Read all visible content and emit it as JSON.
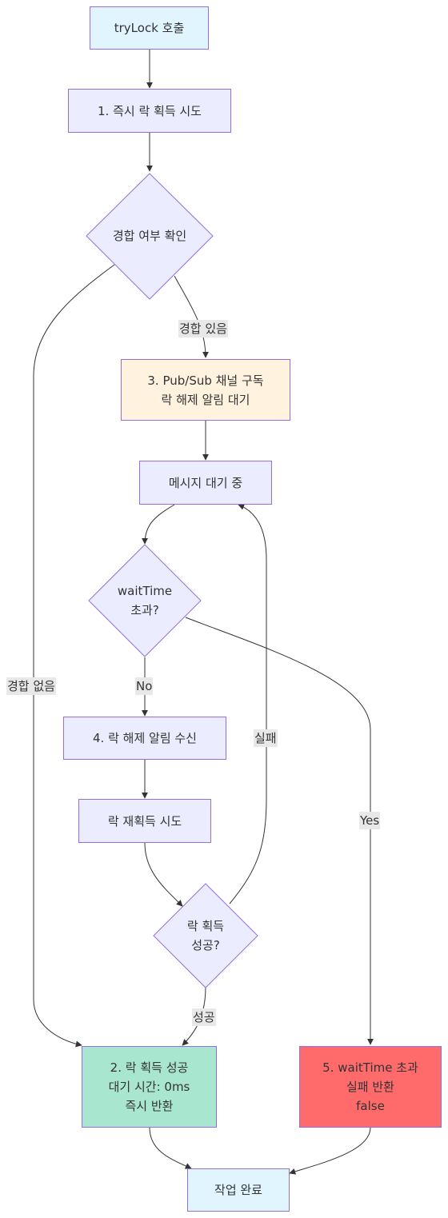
{
  "colors": {
    "node_fill": "#ECECFF",
    "node_stroke": "#9370DB",
    "start_fill": "#E1F5FE",
    "wait_fill": "#FFF3E0",
    "success_fill": "#A8E6CF",
    "fail_fill": "#FF6B6B",
    "edge": "#333333",
    "label_bg": "#E8E8E8"
  },
  "nodes": {
    "start": {
      "lines": [
        "tryLock 호출"
      ]
    },
    "try_acquire": {
      "lines": [
        "1. 즉시 락 획득 시도"
      ]
    },
    "contention_check": {
      "lines": [
        "경합 여부 확인"
      ]
    },
    "subscribe": {
      "lines": [
        "3. Pub/Sub 채널 구독",
        "락 해제 알림 대기"
      ]
    },
    "waiting": {
      "lines": [
        "메시지 대기 중"
      ]
    },
    "timeout_check": {
      "lines": [
        "waitTime",
        "초과?"
      ]
    },
    "receive": {
      "lines": [
        "4. 락 해제 알림 수신"
      ]
    },
    "reacquire": {
      "lines": [
        "락 재획득 시도"
      ]
    },
    "success_check": {
      "lines": [
        "락 획득",
        "성공?"
      ]
    },
    "success": {
      "lines": [
        "2. 락 획득 성공",
        "대기 시간: 0ms",
        "즉시 반환"
      ]
    },
    "fail": {
      "lines": [
        "5. waitTime 초과",
        "실패 반환",
        "false"
      ]
    },
    "done": {
      "lines": [
        "작업 완료"
      ]
    }
  },
  "edge_labels": {
    "contended": "경합 있음",
    "uncontended": "경합 없음",
    "no": "No",
    "yes": "Yes",
    "failed": "실패",
    "succeeded": "성공"
  }
}
